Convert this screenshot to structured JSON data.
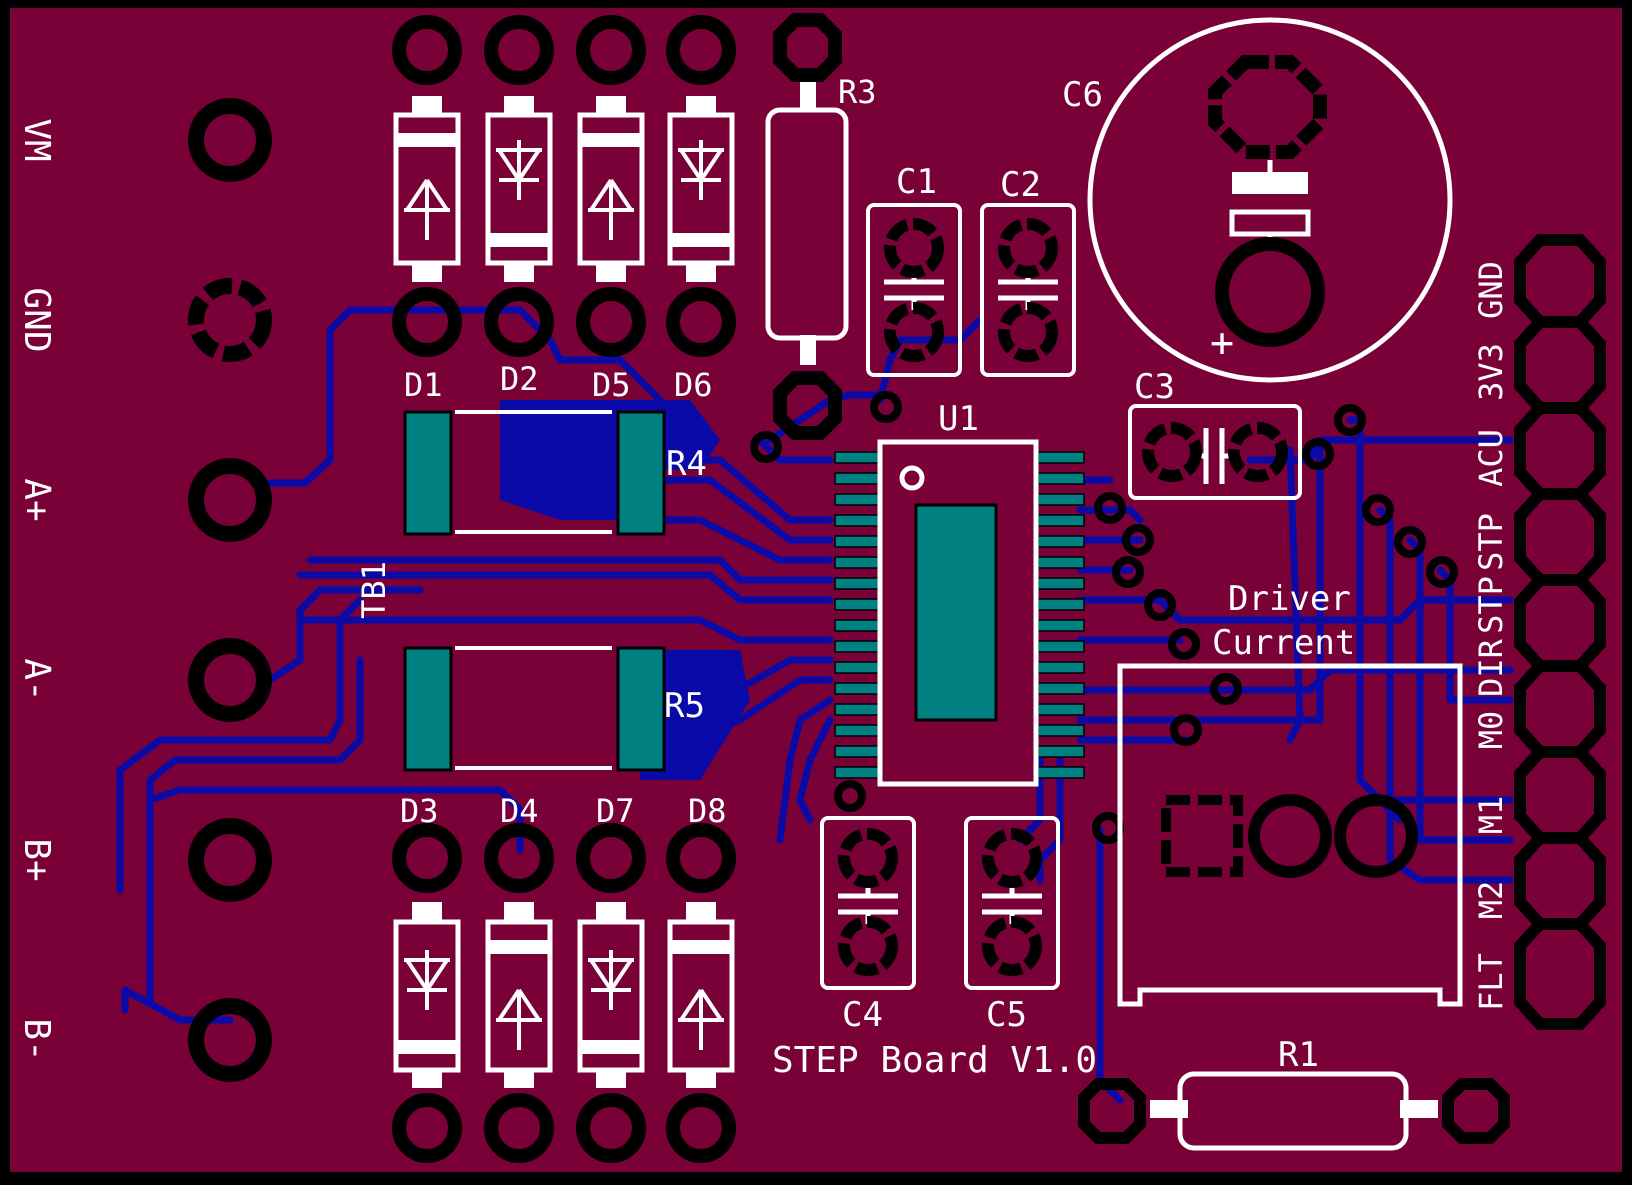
{
  "board_title": "STEP Board V1.0",
  "colors": {
    "board": "#7a0038",
    "trace": "#0a0aa8",
    "silk": "#ffffff",
    "smd_pad": "#008080",
    "outline": "#000000"
  },
  "terminal_labels": [
    "VM",
    "GND",
    "A+",
    "A-",
    "B+",
    "B-"
  ],
  "terminal_block": "TB1",
  "diodes_top": [
    "D1",
    "D2",
    "D5",
    "D6"
  ],
  "diodes_bottom": [
    "D3",
    "D4",
    "D7",
    "D8"
  ],
  "sense_resistors": [
    "R4",
    "R5"
  ],
  "resistor_r3": "R3",
  "resistor_r1": "R1",
  "capacitors": {
    "c1": "C1",
    "c2": "C2",
    "c3": "C3",
    "c4": "C4",
    "c5": "C5",
    "c6": "C6"
  },
  "c6_polarity": "+",
  "ic": "U1",
  "pot_label": [
    "Driver",
    "Current"
  ],
  "header_pins": [
    "GND",
    "3V3",
    "ACU",
    "STP",
    "STP",
    "DIR",
    "M0",
    "M1",
    "M2",
    "FLT"
  ]
}
